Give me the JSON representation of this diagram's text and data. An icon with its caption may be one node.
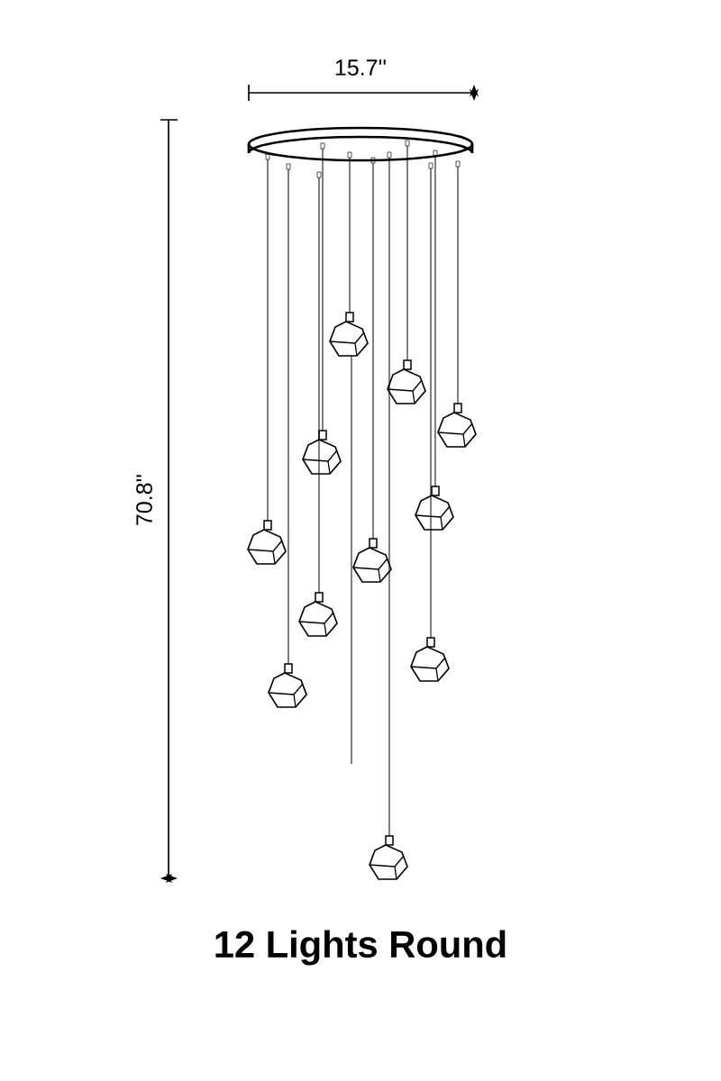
{
  "diagram": {
    "caption": "12 Lights  Round",
    "labels": [
      "15.7''",
      "70.8''"
    ]
  }
}
